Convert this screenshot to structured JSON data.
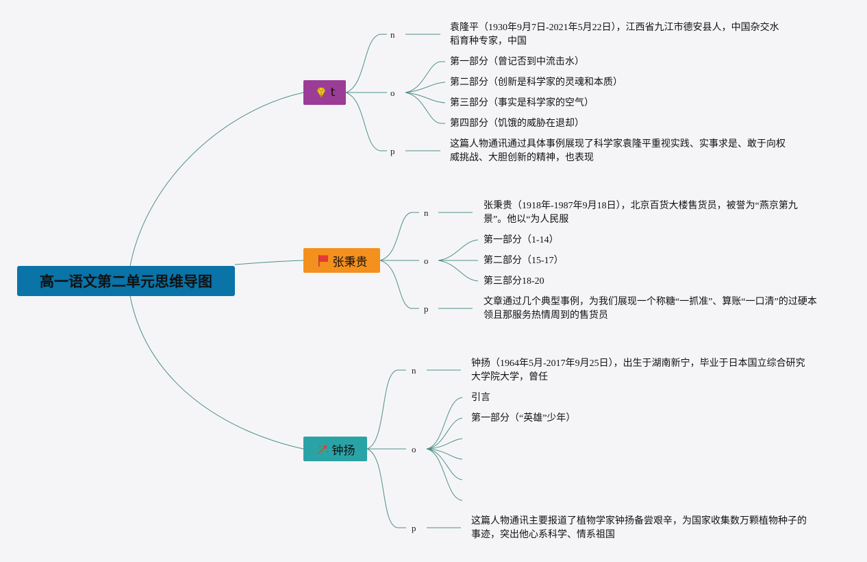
{
  "root": {
    "title": "高一语文第二单元思维导图"
  },
  "colors": {
    "root": "#0a73a8",
    "branch1": "#9b3c97",
    "branch2": "#f4901e",
    "branch3": "#2aa3a6",
    "line": "#4f8f89"
  },
  "branches": [
    {
      "icon": "diamond-icon",
      "title": "t",
      "n": "n",
      "n_text": [
        "袁隆平（1930年9月7日-2021年5月22日），江西省九江市德安县人，中国杂交水",
        "稻育种专家，中国"
      ],
      "o": "o",
      "o_items": [
        "第一部分（曾记否到中流击水）",
        "第二部分（创新是科学家的灵魂和本质）",
        "第三部分（事实是科学家的空气）",
        "第四部分（饥饿的威胁在退却）"
      ],
      "p": "p",
      "p_text": [
        "这篇人物通讯通过具体事例展现了科学家袁隆平重视实践、实事求是、敢于向权",
        "威挑战、大胆创新的精神，也表现"
      ]
    },
    {
      "icon": "flag-icon",
      "title": "张秉贵",
      "n": "n",
      "n_text": [
        "张秉贵（1918年-1987年9月18日），北京百货大楼售货员，被誉为“燕京第九",
        "景”。他以“为人民服"
      ],
      "o": "o",
      "o_items": [
        "第一部分（1-14）",
        "第二部分（15-17）",
        "第三部分18-20"
      ],
      "p": "p",
      "p_text": [
        "文章通过几个典型事例，为我们展现一个称糖“一抓准”、算账“一口清”的过硬本",
        "领且那服务热情周到的售货员"
      ]
    },
    {
      "icon": "magic-wand-icon",
      "title": "钟扬",
      "n": "n",
      "n_text": [
        "钟扬（1964年5月-2017年9月25日），出生于湖南新宁，毕业于日本国立综合研究",
        "大学院大学，曾任"
      ],
      "o": "o",
      "o_items": [
        "引言",
        "第一部分（“英雄”少年）",
        "",
        "",
        "",
        ""
      ],
      "p": "p",
      "p_text": [
        "这篇人物通讯主要报道了植物学家钟扬备尝艰辛，为国家收集数万颗植物种子的",
        "事迹，突出他心系科学、情系祖国"
      ]
    }
  ]
}
